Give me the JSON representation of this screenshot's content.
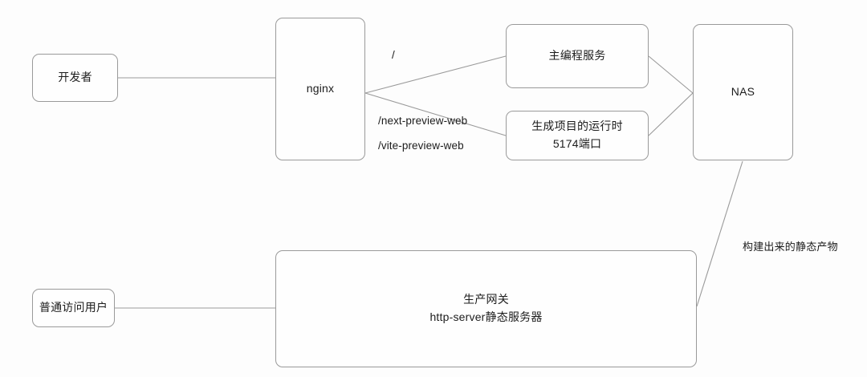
{
  "diagram": {
    "type": "architecture-flow",
    "background_color": "#fdfdfd",
    "stroke_color": "#9a9a9a",
    "text_color": "#1c1c1c",
    "nodes": [
      {
        "id": "developer",
        "label": "开发者",
        "label2": ""
      },
      {
        "id": "nginx",
        "label": "nginx",
        "label2": ""
      },
      {
        "id": "main-service",
        "label": "主编程服务",
        "label2": ""
      },
      {
        "id": "runtime",
        "label": "生成项目的运行时",
        "label2": "5174端口"
      },
      {
        "id": "nas",
        "label": "NAS",
        "label2": ""
      },
      {
        "id": "public-user",
        "label": "普通访问用户",
        "label2": ""
      },
      {
        "id": "gateway",
        "label": "生产网关",
        "label2": "http-server静态服务器"
      }
    ],
    "edge_labels": {
      "root": "/",
      "next_preview": "/next-preview-web",
      "vite_preview": "/vite-preview-web"
    },
    "annotations": {
      "static_artifact": "构建出来的静态产物"
    },
    "edges": [
      {
        "from": "developer",
        "to": "nginx",
        "label": ""
      },
      {
        "from": "nginx",
        "to": "main-service",
        "label": "/"
      },
      {
        "from": "nginx",
        "to": "runtime",
        "label": "/next-preview-web /vite-preview-web"
      },
      {
        "from": "main-service",
        "to": "nas",
        "label": ""
      },
      {
        "from": "runtime",
        "to": "nas",
        "label": ""
      },
      {
        "from": "nas",
        "to": "gateway",
        "label": "构建出来的静态产物"
      },
      {
        "from": "public-user",
        "to": "gateway",
        "label": ""
      }
    ]
  }
}
